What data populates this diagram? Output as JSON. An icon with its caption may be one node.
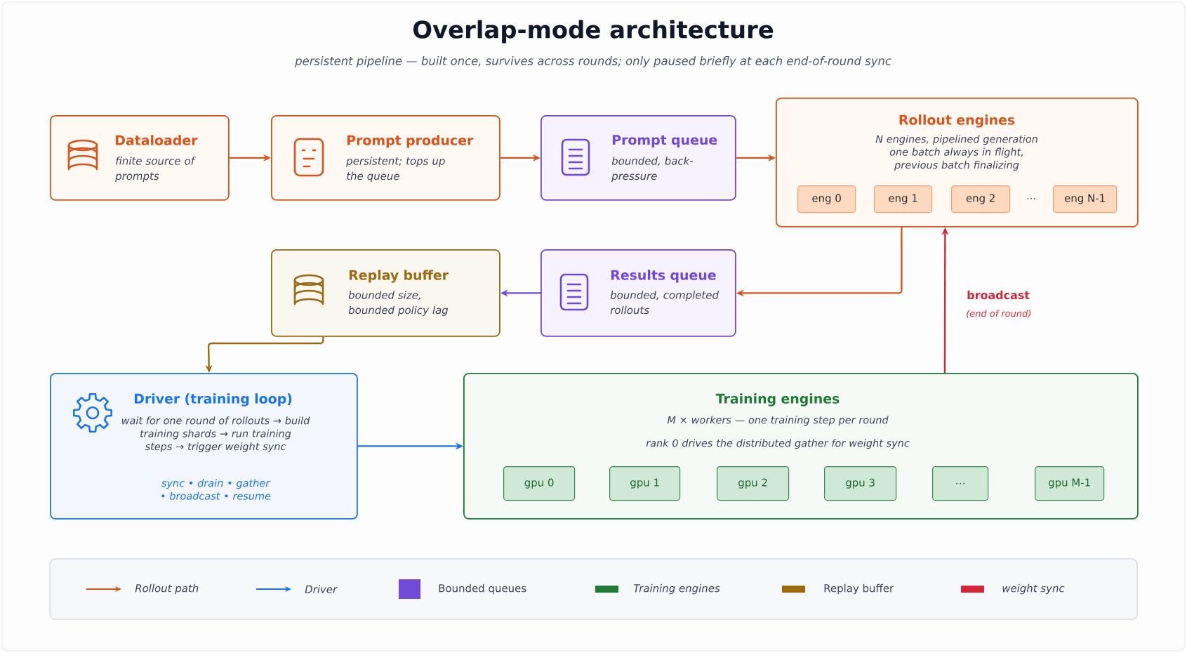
{
  "diagram": {
    "title": "Overlap-mode architecture",
    "nodes": [
      {
        "text": [
          "Dataloader",
          "finite source of prompts"
        ]
      },
      {
        "text": [
          "Prompt producer",
          "persistent; tops up the queue"
        ]
      },
      {
        "text": [
          "Prompt queue",
          "bounded, back-pressure"
        ]
      },
      {
        "text": [
          "Rollout engines",
          "N engines, pipelined generation one batch always in flight, previous batch finalizing"
        ]
      },
      {
        "text": [
          "eng 0"
        ],
        "in": 3
      },
      {
        "text": [
          "eng 1"
        ],
        "in": 3
      },
      {
        "text": [
          "eng 2"
        ],
        "in": 3
      },
      {
        "text": [
          "eng N-1"
        ],
        "in": 3
      },
      {
        "text": [
          "Replay buffer",
          "bounded size, bounded policy lag"
        ]
      },
      {
        "text": [
          "Results queue",
          "bounded, completed rollouts"
        ]
      },
      {
        "text": [
          "Driver (training loop)",
          "wait for one round of rollouts → build training shards → run training steps → trigger weight sync",
          "sync • drain • gather • broadcast • resume"
        ]
      },
      {
        "text": [
          "Training engines",
          "M × workers — one training step per round",
          "rank 0 drives the distributed gather for weight sync"
        ]
      },
      {
        "text": [
          "gpu 0"
        ],
        "in": 11
      },
      {
        "text": [
          "gpu 1"
        ],
        "in": 11
      },
      {
        "text": [
          "gpu 2"
        ],
        "in": 11
      },
      {
        "text": [
          "gpu 3"
        ],
        "in": 11
      },
      {
        "text": [
          "…"
        ],
        "in": 11
      },
      {
        "text": [
          "gpu M-1"
        ],
        "in": 11
      }
    ],
    "edges": [
      {
        "from": 0,
        "to": 1,
        "arrow": "to",
        "color": "#d9541a"
      },
      {
        "from": 1,
        "to": 2,
        "arrow": "to",
        "color": "#d9541a"
      },
      {
        "from": 2,
        "to": 3,
        "arrow": "to",
        "color": "#d9541a"
      },
      {
        "from": 3,
        "to": 9,
        "arrow": "to",
        "color": "#d9541a"
      },
      {
        "from": 9,
        "to": 8,
        "arrow": "to",
        "color": "#7048d8"
      },
      {
        "from": 8,
        "to": 10,
        "arrow": "to",
        "color": "#9a6a10"
      },
      {
        "from": 10,
        "to": 11,
        "arrow": "to",
        "color": "#1a73e8"
      },
      {
        "from": 11,
        "to": 3,
        "arrow": "to",
        "color": "#d0283a",
        "label": "broadcast"
      }
    ],
    "labels": [
      "persistent pipeline — built once, survives across rounds; only paused briefly at each end-of-round sync",
      "…",
      "(end of round)"
    ],
    "legend": [
      {
        "text": "Rollout path"
      },
      {
        "text": "Driver"
      },
      {
        "text": "Bounded queues",
        "color": "#6f4bd8"
      },
      {
        "text": "Training engines",
        "color": "#1e7a34"
      },
      {
        "text": "Replay buffer",
        "color": "#9a6a0a"
      },
      {
        "text": "weight sync",
        "color": "#d0283a"
      }
    ]
  }
}
